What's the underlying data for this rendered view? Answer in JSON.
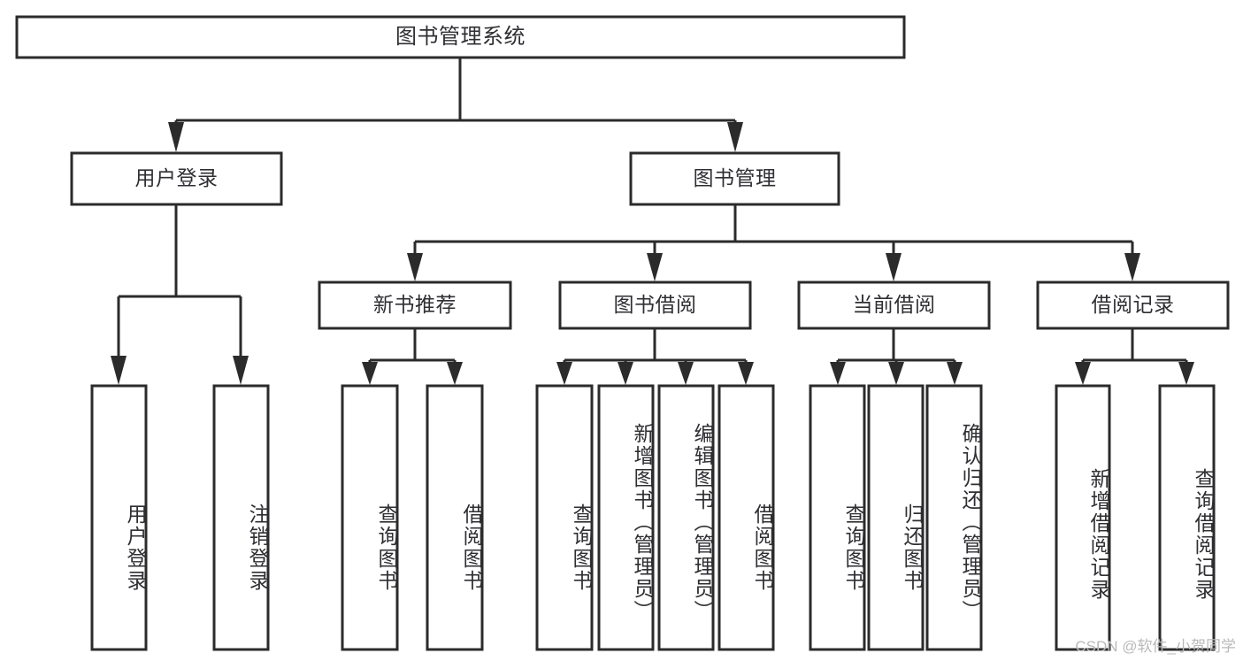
{
  "diagram": {
    "title": "图书管理系统",
    "type": "tree",
    "orientation": "top-down",
    "colors": {
      "background": "#ffffff",
      "box_fill": "#ffffff",
      "box_stroke": "#2b2b2b",
      "text": "#2f2f33",
      "watermark": "#b9b9b9"
    },
    "root": {
      "label": "图书管理系统"
    },
    "level1": [
      {
        "label": "用户登录"
      },
      {
        "label": "图书管理"
      }
    ],
    "level2": [
      {
        "label": "新书推荐"
      },
      {
        "label": "图书借阅"
      },
      {
        "label": "当前借阅"
      },
      {
        "label": "借阅记录"
      }
    ],
    "leaves": {
      "user_login": [
        {
          "label": "用户登录"
        },
        {
          "label": "注销登录"
        }
      ],
      "new_book_recommend": [
        {
          "label": "查询图书"
        },
        {
          "label": "借阅图书"
        }
      ],
      "book_borrow": [
        {
          "label": "查询图书"
        },
        {
          "label": "新增图书（管理员）"
        },
        {
          "label": "编辑图书（管理员）"
        },
        {
          "label": "借阅图书"
        }
      ],
      "current_borrow": [
        {
          "label": "查询图书"
        },
        {
          "label": "归还图书"
        },
        {
          "label": "确认归还（管理员）"
        }
      ],
      "borrow_record": [
        {
          "label": "新增借阅记录"
        },
        {
          "label": "查询借阅记录"
        }
      ]
    }
  },
  "watermark": {
    "text": "CSDN @软件_小贺同学"
  }
}
